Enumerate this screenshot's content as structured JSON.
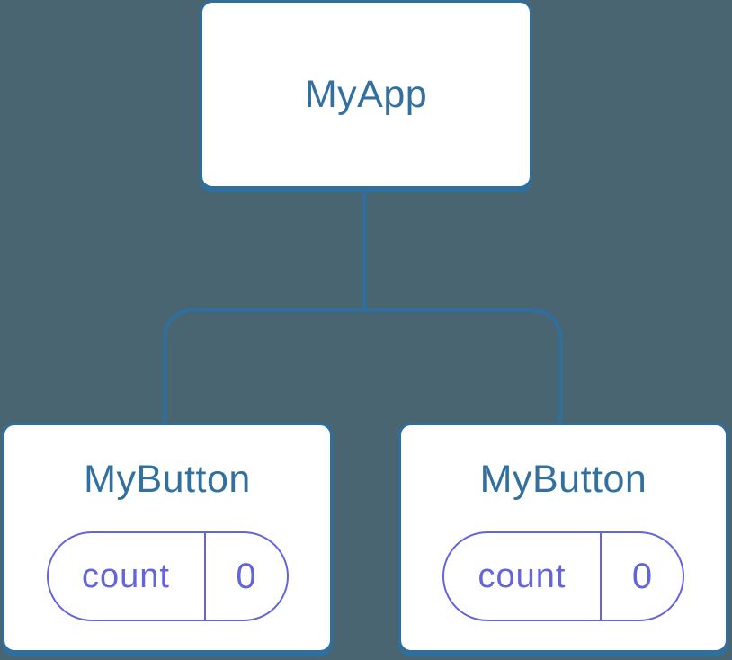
{
  "diagram": {
    "description": "component-tree",
    "colors": {
      "background": "#4A6572",
      "node_border": "#2E6F9E",
      "node_background": "#FFFFFF",
      "title_text": "#32719F",
      "state_accent": "#6464DB"
    },
    "tree": {
      "root": {
        "label": "MyApp"
      },
      "children": [
        {
          "label": "MyButton",
          "state": {
            "key": "count",
            "value": "0"
          }
        },
        {
          "label": "MyButton",
          "state": {
            "key": "count",
            "value": "0"
          }
        }
      ]
    }
  }
}
